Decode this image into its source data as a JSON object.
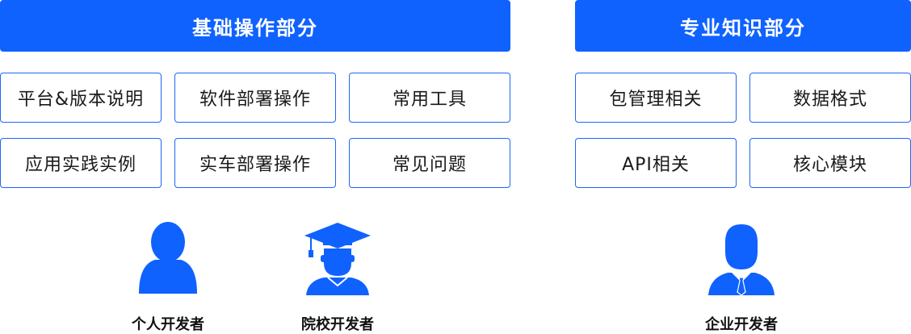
{
  "colors": {
    "accent": "#0f62fe",
    "card_border": "#1f66f2",
    "text": "#1a1a1a"
  },
  "basic": {
    "title": "基础操作部分",
    "items": [
      "平台&版本说明",
      "软件部署操作",
      "常用工具",
      "应用实践实例",
      "实车部署操作",
      "常见问题"
    ]
  },
  "pro": {
    "title": "专业知识部分",
    "items": [
      "包管理相关",
      "数据格式",
      "API相关",
      "核心模块"
    ]
  },
  "personas": [
    {
      "label": "个人开发者",
      "icon": "person-icon"
    },
    {
      "label": "院校开发者",
      "icon": "graduate-icon"
    },
    {
      "label": "企业开发者",
      "icon": "businessman-icon"
    }
  ]
}
